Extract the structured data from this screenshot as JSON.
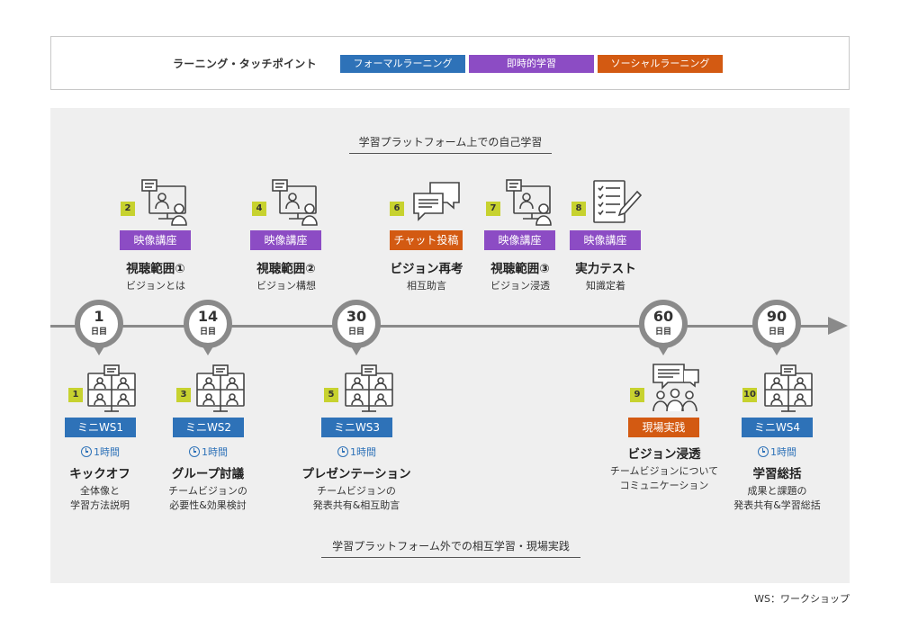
{
  "legend": {
    "title": "ラーニング・タッチポイント",
    "tags": [
      {
        "label": "フォーマルラーニング",
        "color": "#2e72b8"
      },
      {
        "label": "即時的学習",
        "color": "#8c4cc4"
      },
      {
        "label": "ソーシャルラーニング",
        "color": "#d35a12"
      }
    ]
  },
  "sections": {
    "top": "学習プラットフォーム上での自己学習",
    "bottom": "学習プラットフォーム外での相互学習・現場実践"
  },
  "days": [
    {
      "num": "1",
      "unit": "日目"
    },
    {
      "num": "14",
      "unit": "日目"
    },
    {
      "num": "30",
      "unit": "日目"
    },
    {
      "num": "60",
      "unit": "日目"
    },
    {
      "num": "90",
      "unit": "日目"
    }
  ],
  "top_items": [
    {
      "no": "2",
      "icon": "video-lecture-icon",
      "tag": "映像講座",
      "title": "視聴範囲①",
      "sub": "ビジョンとは"
    },
    {
      "no": "4",
      "icon": "video-lecture-icon",
      "tag": "映像講座",
      "title": "視聴範囲②",
      "sub": "ビジョン構想"
    },
    {
      "no": "6",
      "icon": "chat-bubbles-icon",
      "tag": "チャット投稿",
      "title": "ビジョン再考",
      "sub": "相互助言"
    },
    {
      "no": "7",
      "icon": "video-lecture-icon",
      "tag": "映像講座",
      "title": "視聴範囲③",
      "sub": "ビジョン浸透"
    },
    {
      "no": "8",
      "icon": "checklist-test-icon",
      "tag": "映像講座",
      "title": "実力テスト",
      "sub": "知識定着"
    }
  ],
  "bottom_items": [
    {
      "no": "1",
      "icon": "online-meeting-icon",
      "tag": "ミニWS1",
      "duration": "1時間",
      "title": "キックオフ",
      "sub1": "全体像と",
      "sub2": "学習方法説明"
    },
    {
      "no": "3",
      "icon": "online-meeting-icon",
      "tag": "ミニWS2",
      "duration": "1時間",
      "title": "グループ討議",
      "sub1": "チームビジョンの",
      "sub2": "必要性&効果検討"
    },
    {
      "no": "5",
      "icon": "online-meeting-icon",
      "tag": "ミニWS3",
      "duration": "1時間",
      "title": "プレゼンテーション",
      "sub1": "チームビジョンの",
      "sub2": "発表共有&相互助言"
    },
    {
      "no": "9",
      "icon": "team-discussion-icon",
      "tag": "現場実践",
      "duration": "",
      "title": "ビジョン浸透",
      "sub1": "チームビジョンについて",
      "sub2": "コミュニケーション"
    },
    {
      "no": "10",
      "icon": "online-meeting-icon",
      "tag": "ミニWS4",
      "duration": "1時間",
      "title": "学習総括",
      "sub1": "成果と課題の",
      "sub2": "発表共有&学習総括"
    }
  ],
  "footnote": "WS：ワークショップ"
}
